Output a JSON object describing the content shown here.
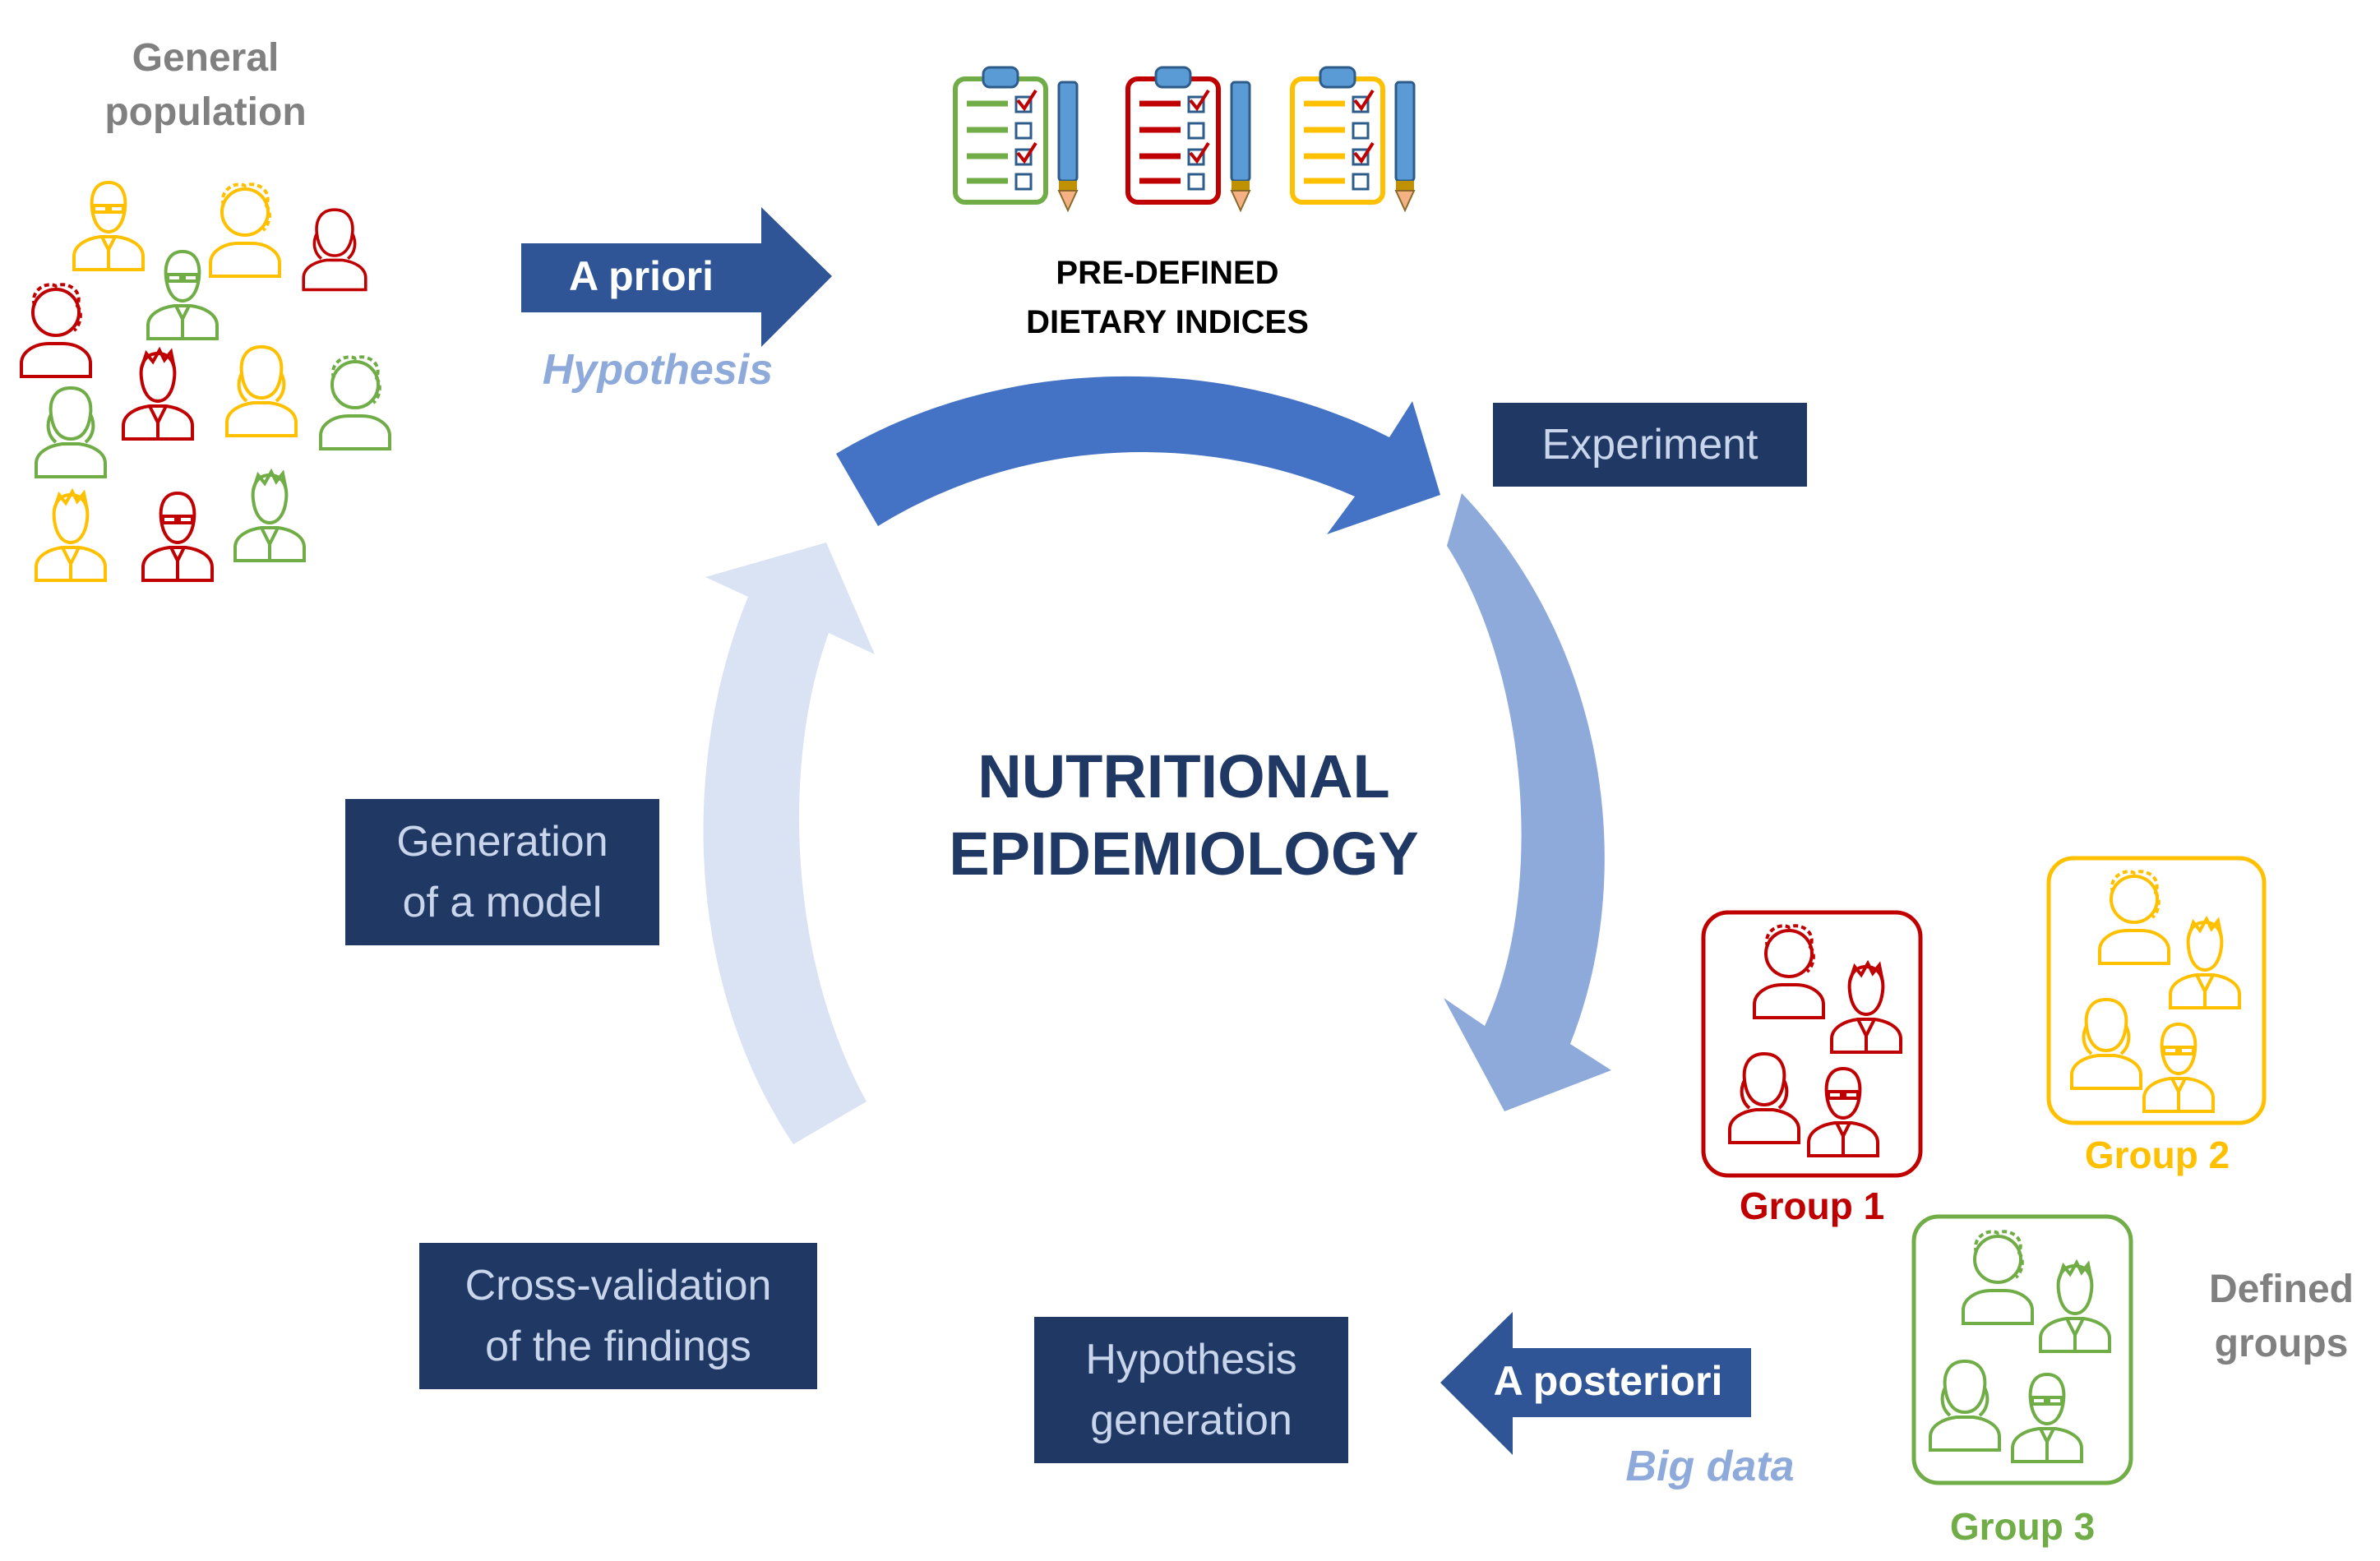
{
  "diagram": {
    "center_title": [
      "NUTRITIONAL",
      "EPIDEMIOLOGY"
    ],
    "general_population": [
      "General",
      "population"
    ],
    "a_priori": "A priori",
    "hypothesis": "Hypothesis",
    "predefined": [
      "PRE-DEFINED",
      "DIETARY INDICES"
    ],
    "experiment": "Experiment",
    "generation_model": [
      "Generation",
      "of a model"
    ],
    "cross_validation": [
      "Cross-validation",
      "of the findings"
    ],
    "hypothesis_generation": [
      "Hypothesis",
      "generation"
    ],
    "a_posteriori": "A posteriori",
    "big_data": "Big data",
    "groups": [
      {
        "label": "Group 1",
        "color": "#c00000"
      },
      {
        "label": "Group 2",
        "color": "#ffc000"
      },
      {
        "label": "Group 3",
        "color": "#70ad47"
      }
    ],
    "defined_groups": [
      "Defined",
      "groups"
    ]
  },
  "colors": {
    "dark_navy": "#1f3864",
    "arrow_blue": "#4472c4",
    "arrow_mid": "#8eaadb",
    "arrow_light": "#dae3f3",
    "red": "#c00000",
    "yellow": "#ffc000",
    "green": "#70ad47",
    "gray": "#808080"
  }
}
